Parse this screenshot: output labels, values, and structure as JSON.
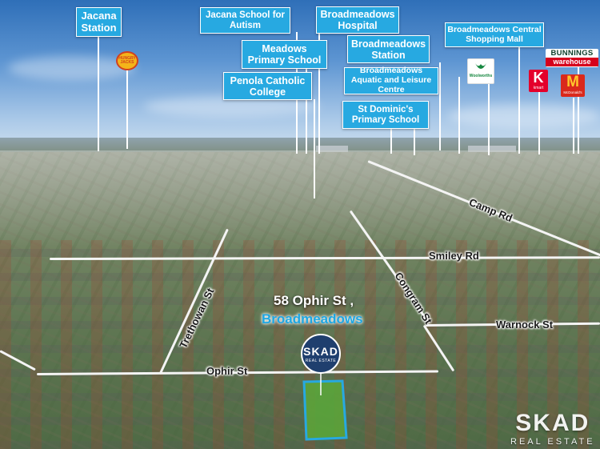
{
  "callouts": {
    "jacana_station": "Jacana Station",
    "jacana_school_autism": "Jacana School for Autism",
    "meadows_primary": "Meadows Primary School",
    "penola_college": "Penola Catholic College",
    "broadmeadows_hospital": "Broadmeadows Hospital",
    "broadmeadows_station": "Broadmeadows Station",
    "aquatic_centre": "Broadmeadows Aquatic and Leisure Centre",
    "st_dominics": "St Dominic's Primary School",
    "central_mall": "Broadmeadows Central Shopping Mall"
  },
  "logos": {
    "hungry_jacks": "HUNGRY JACKS",
    "woolworths": "Woolworths",
    "kmart": "K",
    "kmart_caption": "kmart",
    "mcdonalds": "M",
    "mcdonalds_caption": "McDonald's",
    "bunnings": "BUNNINGS",
    "bunnings_sub": "warehouse"
  },
  "roads": {
    "camp_rd": "Camp Rd",
    "smiley_rd": "Smiley Rd",
    "trethowan_st": "Trethowan St",
    "congram_st": "Congram St",
    "warnock_st": "Warnock St",
    "ophir_st": "Ophir St"
  },
  "property": {
    "address_line1": "58 Ophir St ,",
    "address_line2": "Broadmeadows"
  },
  "branding": {
    "badge_name": "SKAD",
    "badge_sub": "REAL ESTATE",
    "watermark_name": "SKAD",
    "watermark_sub": "REAL ESTATE"
  },
  "colors": {
    "callout_bg": "#27a9e1",
    "highlight_outline": "#27a9e1",
    "kmart_red": "#e4002b",
    "mcdonalds_red": "#da291c",
    "woolworths_green": "#178841"
  }
}
